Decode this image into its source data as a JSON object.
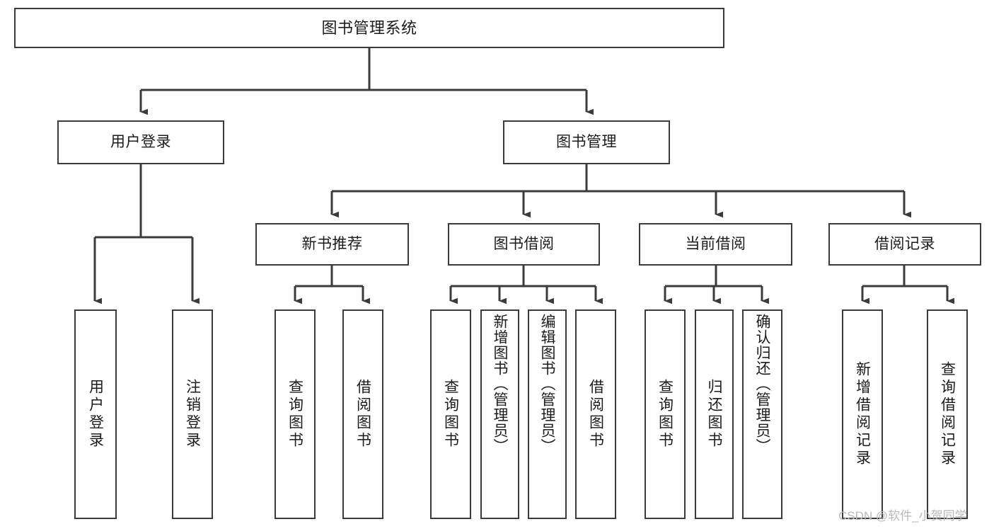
{
  "diagram": {
    "title": "图书管理系统",
    "type": "functional-structure-tree",
    "watermark": "CSDN @软件_小贺同学",
    "colors": {
      "border": "#3b3b3b",
      "background": "#ffffff",
      "text": "#1b1b1b",
      "connector": "#3b3b3b",
      "watermark": "#b9b9b9"
    },
    "root": {
      "label": "图书管理系统"
    },
    "level2": [
      {
        "label": "用户登录"
      },
      {
        "label": "图书管理"
      }
    ],
    "level3": [
      {
        "label": "新书推荐"
      },
      {
        "label": "图书借阅"
      },
      {
        "label": "当前借阅"
      },
      {
        "label": "借阅记录"
      }
    ],
    "leaves": [
      {
        "label": "用户登录",
        "parent": "用户登录"
      },
      {
        "label": "注销登录",
        "parent": "用户登录"
      },
      {
        "label": "查询图书",
        "parent": "新书推荐"
      },
      {
        "label": "借阅图书",
        "parent": "新书推荐"
      },
      {
        "label": "查询图书",
        "parent": "图书借阅"
      },
      {
        "label": "新增图书（管理员）",
        "parent": "图书借阅"
      },
      {
        "label": "编辑图书（管理员）",
        "parent": "图书借阅"
      },
      {
        "label": "借阅图书",
        "parent": "图书借阅"
      },
      {
        "label": "查询图书",
        "parent": "当前借阅"
      },
      {
        "label": "归还图书",
        "parent": "当前借阅"
      },
      {
        "label": "确认归还（管理员）",
        "parent": "当前借阅"
      },
      {
        "label": "新增借阅记录",
        "parent": "借阅记录"
      },
      {
        "label": "查询借阅记录",
        "parent": "借阅记录"
      }
    ]
  }
}
